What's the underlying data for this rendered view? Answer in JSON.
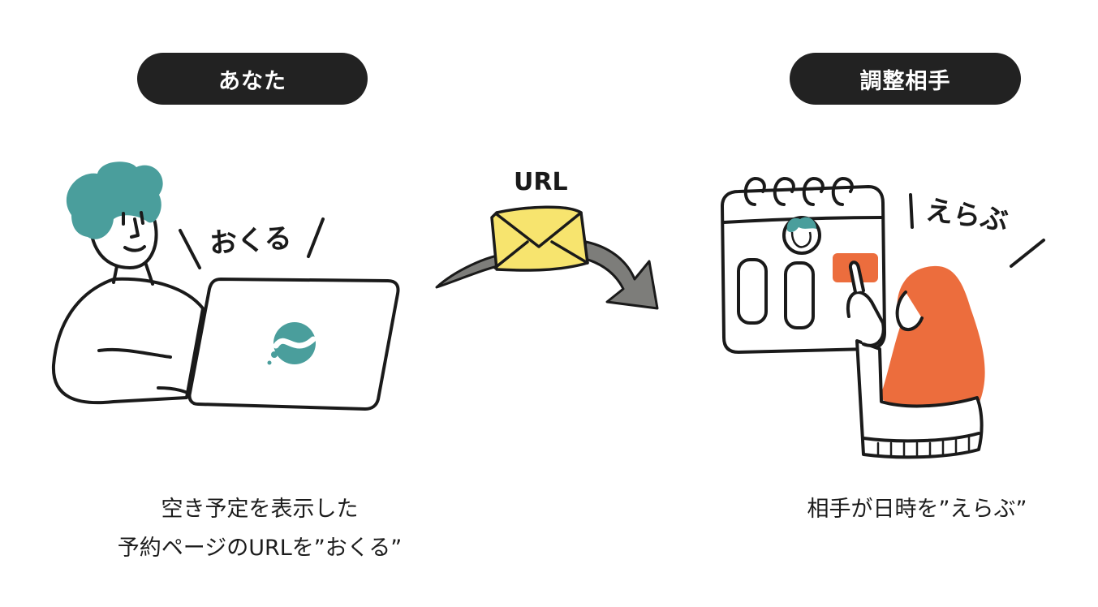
{
  "you": {
    "label": "あなた",
    "action": "おくる",
    "caption": [
      "空き予定を表示した",
      "予約ページのURLを”おくる”"
    ]
  },
  "transfer": {
    "label": "URL"
  },
  "partner": {
    "label": "調整相手",
    "action": "えらぶ",
    "caption": [
      "相手が日時を”えらぶ”"
    ]
  },
  "colors": {
    "pill": "#222222",
    "teal": "#4a9e9c",
    "orange": "#ec6d3d",
    "envelope": "#f7e46e",
    "arrow": "#7d7d7a",
    "line": "#1a1a1a"
  }
}
